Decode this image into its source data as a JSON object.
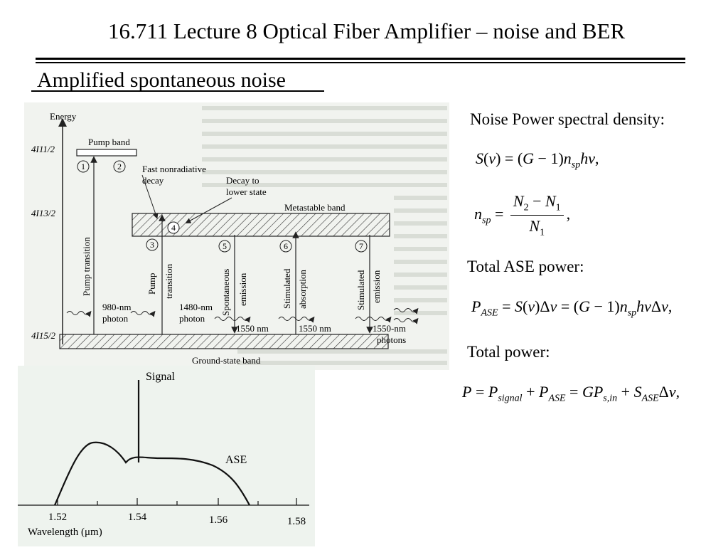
{
  "slide": {
    "title": "16.711 Lecture 8 Optical Fiber Amplifier – noise and BER",
    "subtitle": "Amplified spontaneous noise"
  },
  "energy_diagram": {
    "axis_label": "Energy",
    "levels": {
      "upper": "4I11/2",
      "meta": "4I13/2",
      "ground": "4I15/2"
    },
    "bands": {
      "pump": "Pump band",
      "metastable": "Metastable band",
      "ground": "Ground-state band"
    },
    "annotations": {
      "fast_nonrad_1": "Fast nonradiative",
      "fast_nonrad_2": "decay",
      "decay_lower_1": "Decay to",
      "decay_lower_2": "lower state"
    },
    "circles": [
      "1",
      "2",
      "3",
      "4",
      "5",
      "6",
      "7"
    ],
    "transitions": {
      "pump_transition": "Pump transition",
      "pump": "Pump",
      "transition": "transition",
      "spont_1": "Spontaneous",
      "spont_2": "emission",
      "stim_abs_1": "Stimulated",
      "stim_abs_2": "absorption",
      "stim_em_1": "Stimulated",
      "stim_em_2": "emission"
    },
    "photons": {
      "p980_1": "980-nm",
      "p980_2": "photon",
      "p1480_1": "1480-nm",
      "p1480_2": "photon",
      "nm1550_a": "1550 nm",
      "nm1550_b": "1550 nm",
      "nm1550_c": "1550-nm",
      "photons": "photons"
    }
  },
  "spectrum_plot": {
    "signal_label": "Signal",
    "ase_label": "ASE",
    "ticks": [
      "1.52",
      "1.54",
      "1.56",
      "1.58"
    ],
    "xlabel": "Wavelength (μm)"
  },
  "equations": {
    "psd_label": "Noise Power spectral density:",
    "total_ase_label": "Total ASE power:",
    "total_power_label": "Total power:"
  }
}
